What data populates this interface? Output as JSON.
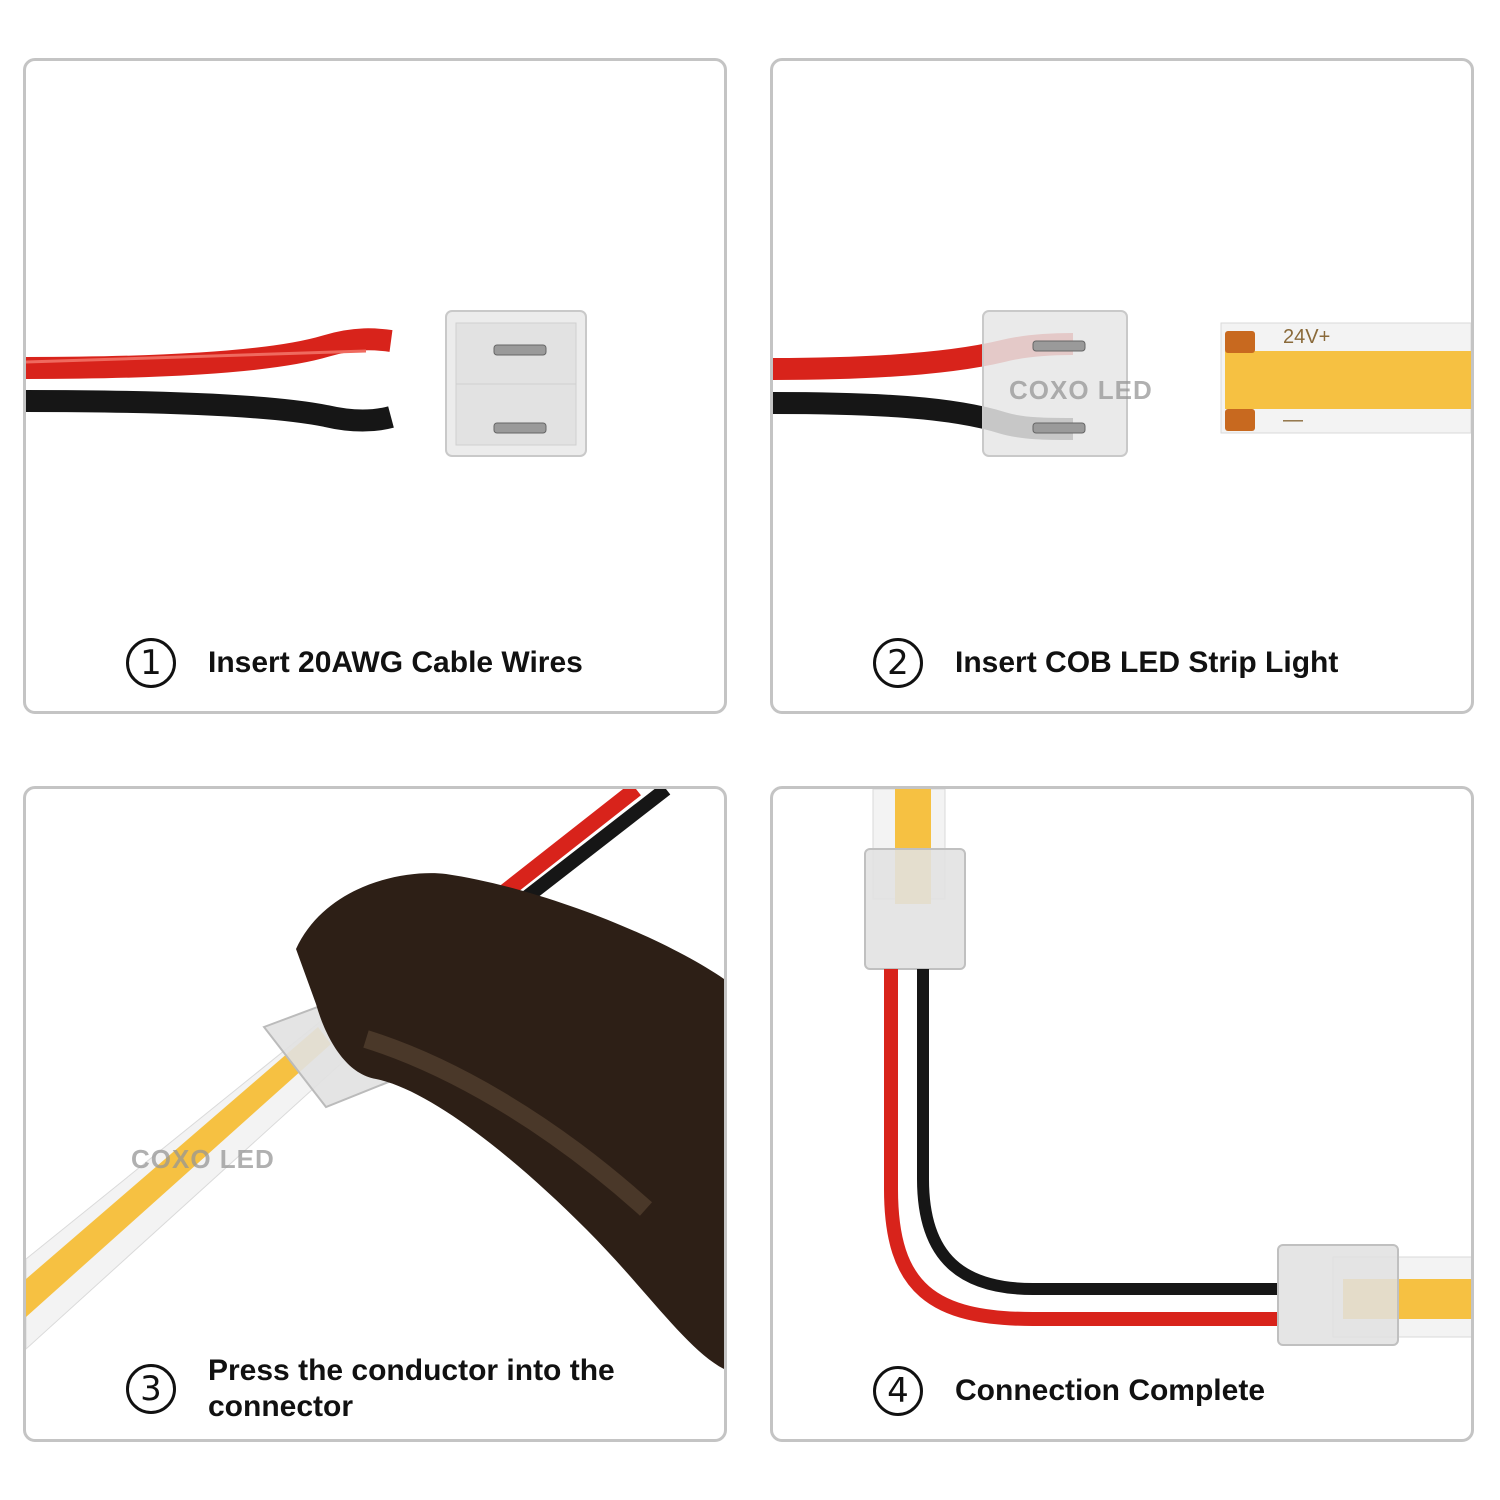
{
  "steps": [
    {
      "number": "1",
      "text": "Insert 20AWG Cable Wires"
    },
    {
      "number": "2",
      "text": "Insert COB LED Strip Light"
    },
    {
      "number": "3",
      "text": "Press the conductor into the connector"
    },
    {
      "number": "4",
      "text": "Connection Complete"
    }
  ],
  "watermark": "COXO LED",
  "strip_labels": {
    "positive": "24V+",
    "negative": "—"
  },
  "colors": {
    "wire_red": "#d8231b",
    "wire_black": "#161616",
    "strip_yellow": "#f6c142",
    "copper_pad": "#c8691f",
    "panel_border": "#c4c4c4",
    "pliers": "#2d1f16"
  }
}
